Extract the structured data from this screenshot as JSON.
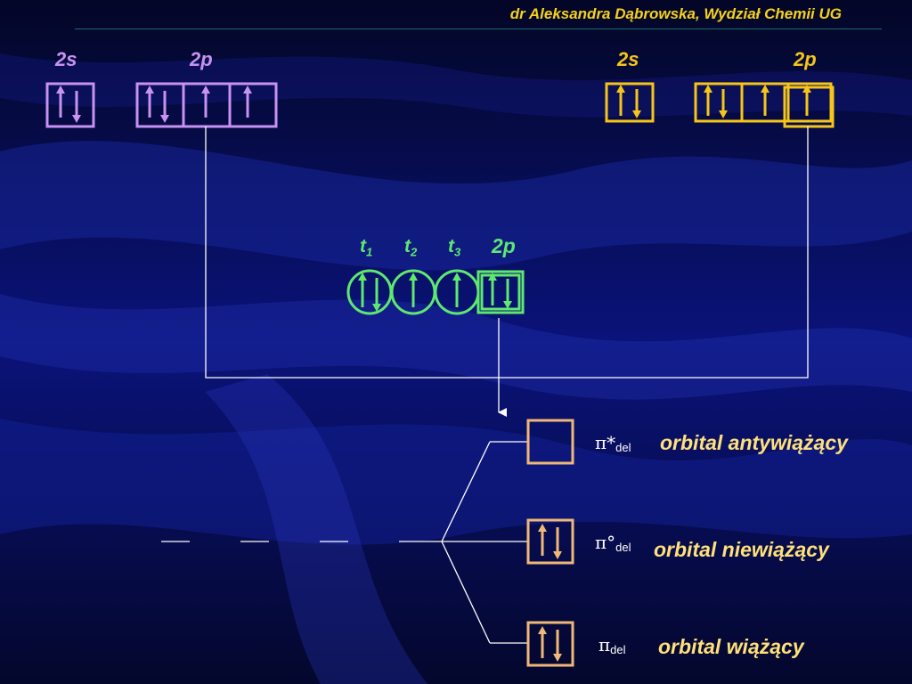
{
  "header": {
    "author": "dr Aleksandra Dąbrowska, Wydział Chemii UG"
  },
  "colors": {
    "left_atom": "#c792f2",
    "right_atom": "#f5c518",
    "hybrid": "#5fe870",
    "mo": "#f0b878",
    "lines": "#ffffff",
    "level_text": "#ffe07a",
    "background": "#05082e"
  },
  "left_atom": {
    "s_label": "2s",
    "p_label": "2p"
  },
  "right_atom": {
    "s_label": "2s",
    "p_label": "2p"
  },
  "hybrid": {
    "t1": "t",
    "t2": "t",
    "t3": "t",
    "sub1": "1",
    "sub2": "2",
    "sub3": "3",
    "p_label": "2p"
  },
  "levels": [
    {
      "symbol": "π",
      "mark": "*",
      "sub": "del",
      "name": "orbital antywiążący",
      "electrons": 0
    },
    {
      "symbol": "π",
      "mark": "°",
      "sub": "del",
      "name": "orbital niewiążący",
      "electrons": 2
    },
    {
      "symbol": "π",
      "mark": "",
      "sub": "del",
      "name": "orbital wiążący",
      "electrons": 2
    }
  ]
}
